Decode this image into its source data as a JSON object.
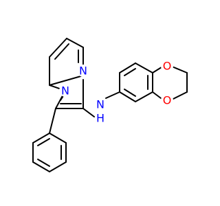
{
  "molecule": {
    "atoms": [
      {
        "id": "n_ring",
        "symbol": "N",
        "color": "#0000ff"
      },
      {
        "id": "n_fused",
        "symbol": "N",
        "color": "#0000ff"
      },
      {
        "id": "nh",
        "symbol": "N",
        "color": "#0000ff"
      },
      {
        "id": "h_amine",
        "symbol": "H",
        "color": "#0000ff"
      },
      {
        "id": "o_top",
        "symbol": "O",
        "color": "#ff0000"
      },
      {
        "id": "o_bottom",
        "symbol": "O",
        "color": "#ff0000"
      }
    ],
    "colors": {
      "bond": "#000000",
      "background": "#ffffff"
    }
  }
}
